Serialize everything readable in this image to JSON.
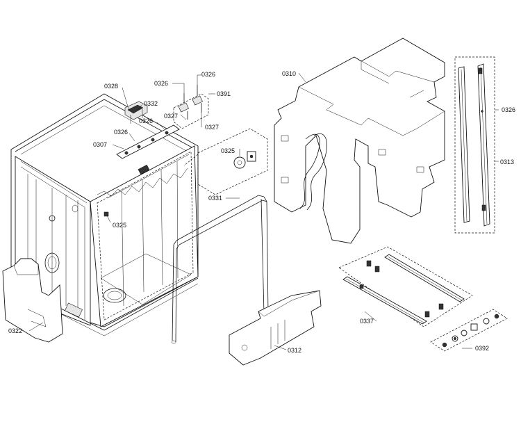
{
  "labels": {
    "p0328": "0328",
    "p0332": "0332",
    "p0326_a": "0326",
    "p0326_b": "0326",
    "p0391": "0391",
    "p0327_a": "0327",
    "p0327_b": "0327",
    "p0326_c": "0326",
    "p0326_d": "0326",
    "p0307": "0307",
    "p0325_a": "0325",
    "p0325_b": "0325",
    "p0331": "0331",
    "p0322": "0322",
    "p0310": "0310",
    "p0326_e": "0326",
    "p0313": "0313",
    "p0337": "0337",
    "p0312": "0312",
    "p0392": "0392"
  }
}
